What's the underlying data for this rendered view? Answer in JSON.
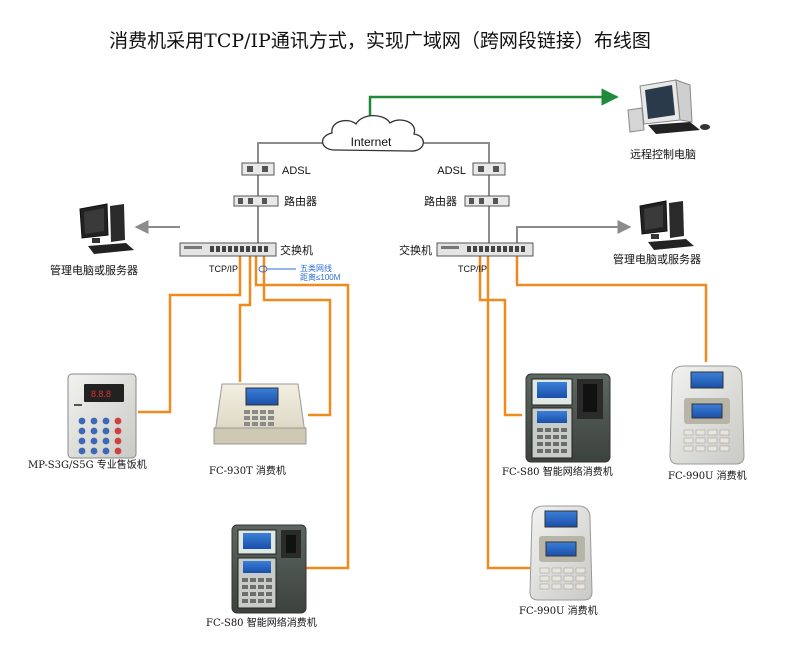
{
  "title": "消费机采用TCP/IP通讯方式，实现广域网（跨网段链接）布线图",
  "internet_label": "Internet",
  "remote_pc_label": "远程控制电脑",
  "left_branch": {
    "adsl_label": "ADSL",
    "router_label": "路由器",
    "switch_label": "交换机",
    "tcpip_label": "TCP/IP",
    "server_label": "管理电脑或服务器",
    "cable_note_line1": "五类网线",
    "cable_note_line2": "距离≤100M"
  },
  "right_branch": {
    "adsl_label": "ADSL",
    "router_label": "路由器",
    "switch_label": "交换机",
    "tcpip_label": "TCP/IP",
    "server_label": "管理电脑或服务器"
  },
  "devices": {
    "mp_s3g_label": "MP-S3G/S5G 专业售饭机",
    "fc_930t_label": "FC-930T 消费机",
    "fc_s80_left_label": "FC-S80 智能网络消费机",
    "fc_s80_right_label": "FC-S80 智能网络消费机",
    "fc_990u_right_label": "FC-990U 消费机",
    "fc_990u_bottom_label": "FC-990U 消费机"
  },
  "colors": {
    "cable_orange": "#ef8a1e",
    "link_gray": "#8c8c8c",
    "internet_green": "#1e8a3a",
    "note_blue": "#2a6fd6"
  }
}
